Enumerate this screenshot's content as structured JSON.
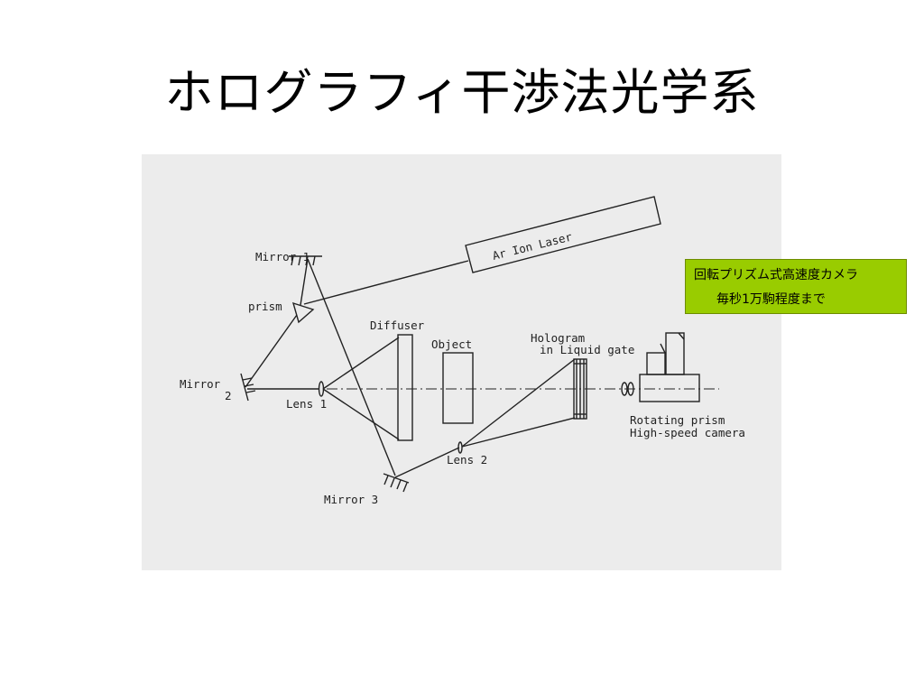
{
  "slide": {
    "title": "ホログラフィ干渉法光学系",
    "callout": {
      "line1": "回転プリズム式高速度カメラ",
      "line2": "毎秒1万駒程度まで",
      "color": "#99cc00"
    }
  },
  "diagram": {
    "labels": {
      "laser": "Ar Ion Laser",
      "mirror1": "Mirror 1",
      "prism": "prism",
      "mirror2": "Mirror",
      "mirror2_num": "2",
      "lens1": "Lens 1",
      "diffuser": "Diffuser",
      "object": "Object",
      "hologram": "Hologram",
      "liquid_gate": "in Liquid gate",
      "rotating_prism": "Rotating prism",
      "camera": "High-speed camera",
      "lens2": "Lens 2",
      "mirror3": "Mirror 3"
    }
  }
}
